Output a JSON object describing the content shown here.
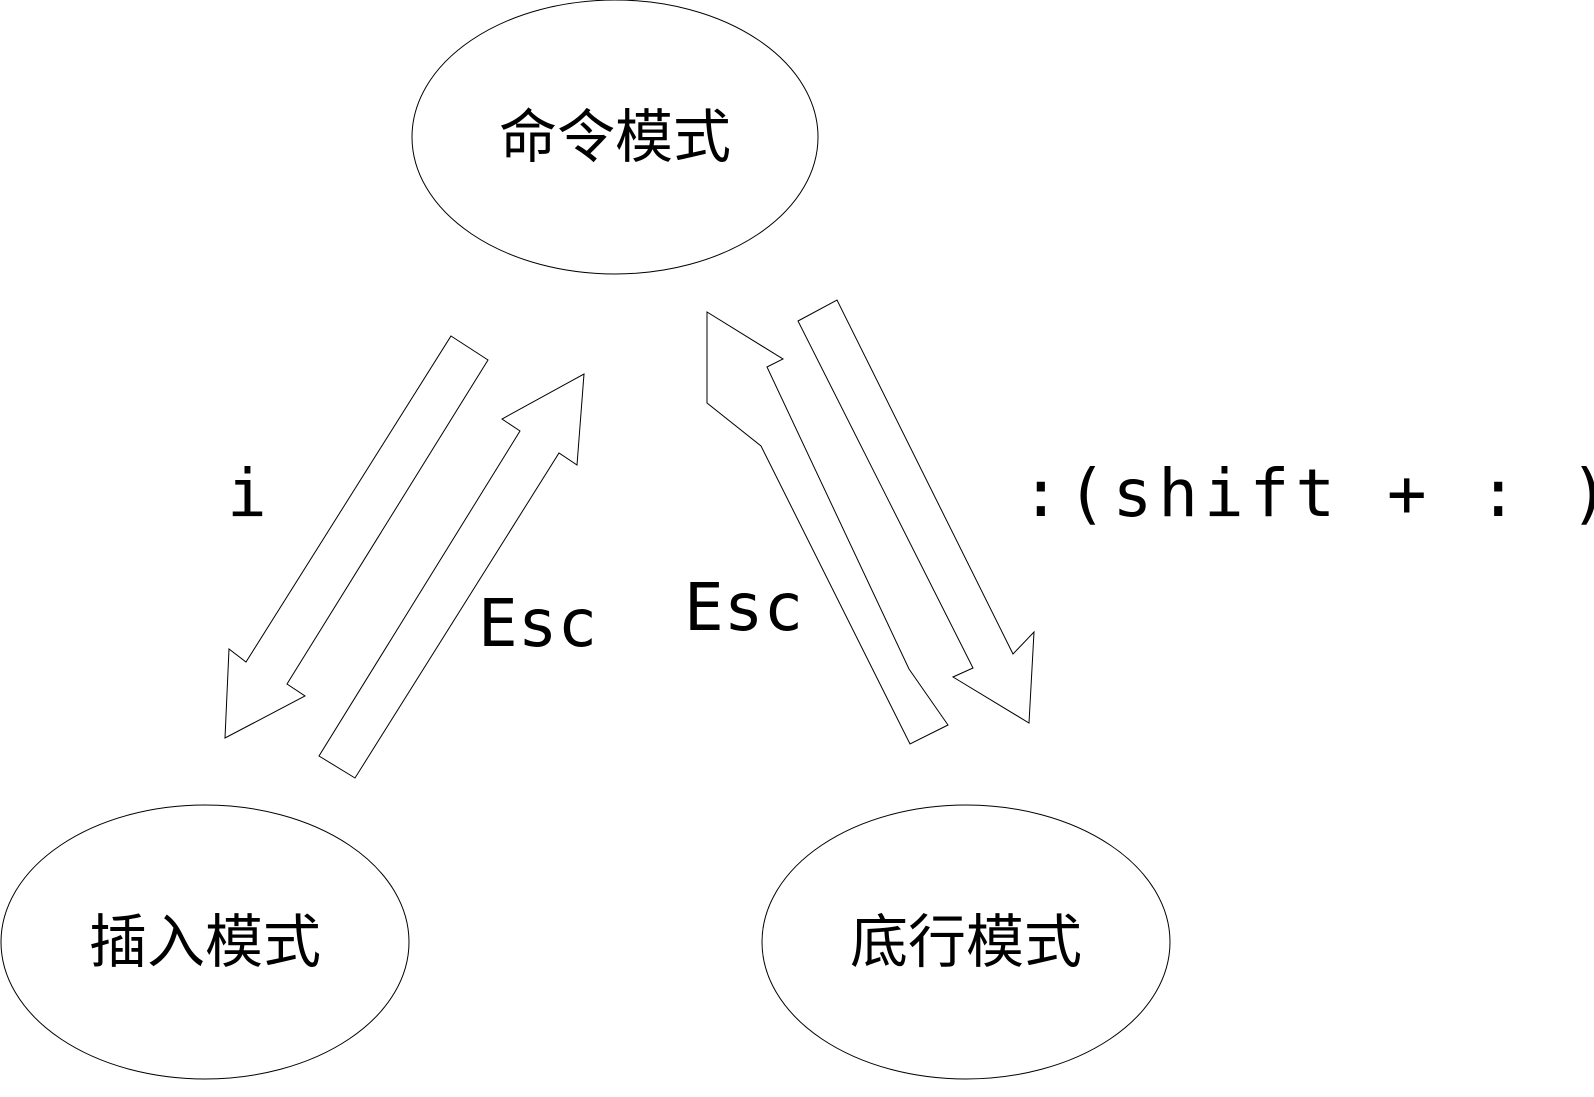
{
  "nodes": {
    "command": {
      "label": "命令模式"
    },
    "insert": {
      "label": "插入模式"
    },
    "lastline": {
      "label": "底行模式"
    }
  },
  "edges": {
    "command_to_insert": {
      "label": "i"
    },
    "insert_to_command": {
      "label": "Esc"
    },
    "lastline_to_command": {
      "label": "Esc"
    },
    "command_to_lastline": {
      "label": ":(shift + : )"
    }
  },
  "colors": {
    "stroke": "#000000",
    "fill": "#ffffff",
    "text": "#000000"
  }
}
